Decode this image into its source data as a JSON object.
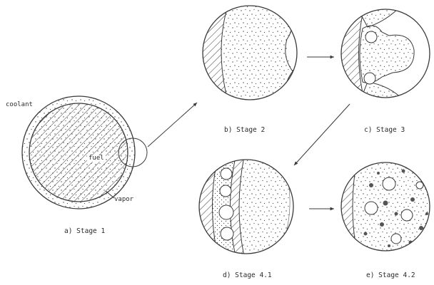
{
  "labels": {
    "coolant": "coolant",
    "fuel": "fuel",
    "vapor": "vapor"
  },
  "captions": {
    "stage1": "a) Stage 1",
    "stage2": "b) Stage 2",
    "stage3": "c) Stage 3",
    "stage41": "d) Stage 4.1",
    "stage42": "e) Stage 4.2"
  },
  "colors": {
    "ink": "#3a3a3a",
    "background": "#ffffff"
  }
}
